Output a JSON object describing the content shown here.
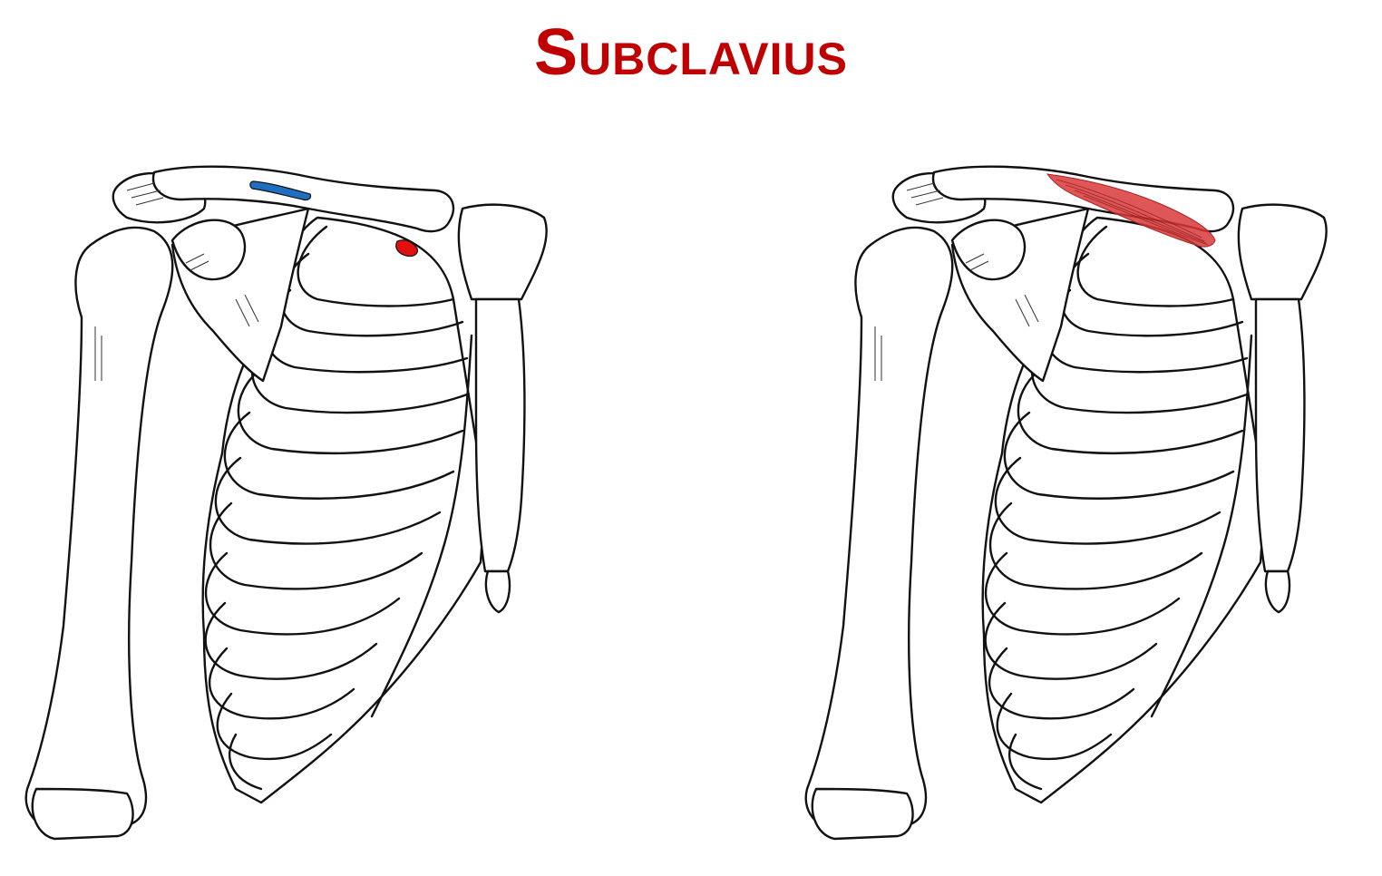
{
  "title": "Subclavius",
  "colors": {
    "title": "#c00000",
    "insertion_marker": "#1e6fc0",
    "origin_marker": "#e01010",
    "muscle": "#d83838"
  },
  "panels": [
    {
      "view": "attachments"
    },
    {
      "view": "muscle"
    }
  ]
}
